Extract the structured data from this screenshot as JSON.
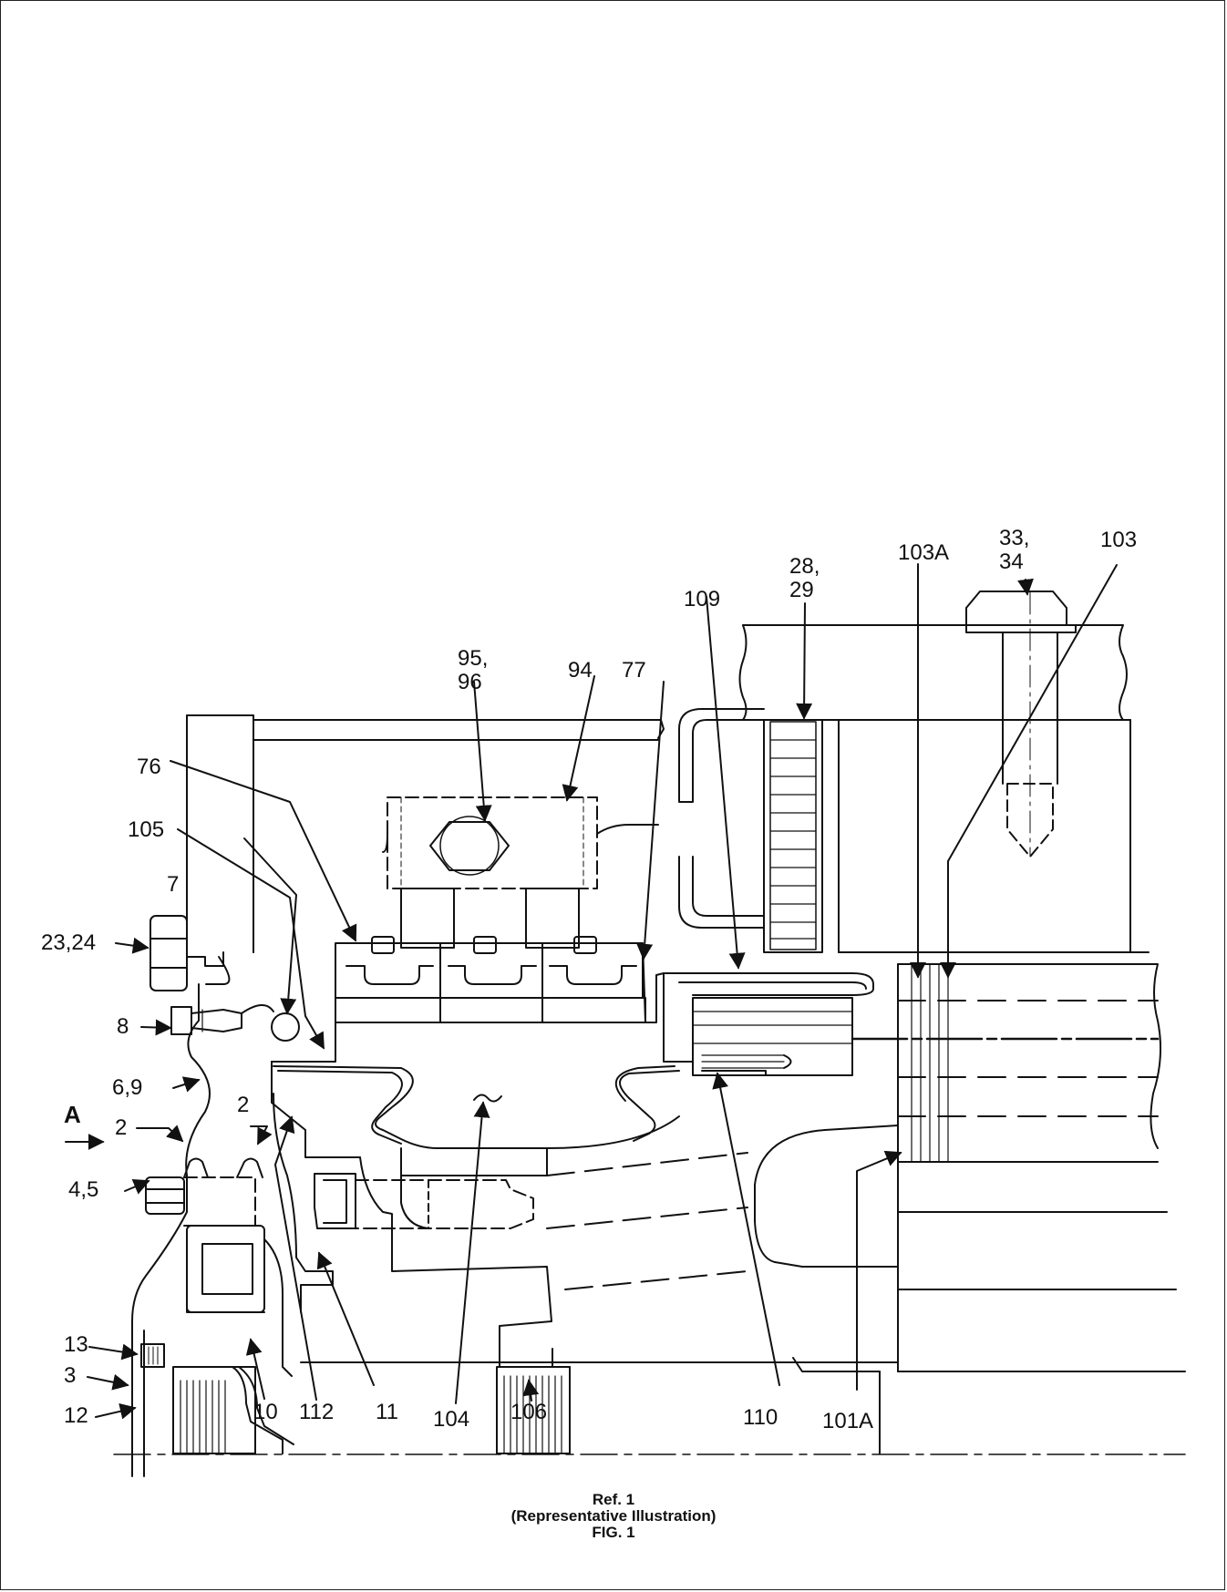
{
  "labels": {
    "l33_34": "33,\n34",
    "l103A": "103A",
    "l103": "103",
    "l28_29": "28,\n29",
    "l109": "109",
    "l95_96": "95,\n96",
    "l94": "94",
    "l77": "77",
    "l76": "76",
    "l105": "105",
    "l7": "7",
    "l23_24": "23,24",
    "l8": "8",
    "lA": "A",
    "l6_9": "6,9",
    "l2a": "2",
    "l2b": "2",
    "l4_5": "4,5",
    "l13": "13",
    "l3": "3",
    "l12": "12",
    "l10": "10",
    "l112": "112",
    "l11": "11",
    "l104": "104",
    "l106": "106",
    "l110": "110",
    "l101A": "101A"
  },
  "caption": {
    "line1": "Ref. 1",
    "line2": "(Representative Illustration)",
    "line3": "FIG. 1"
  }
}
